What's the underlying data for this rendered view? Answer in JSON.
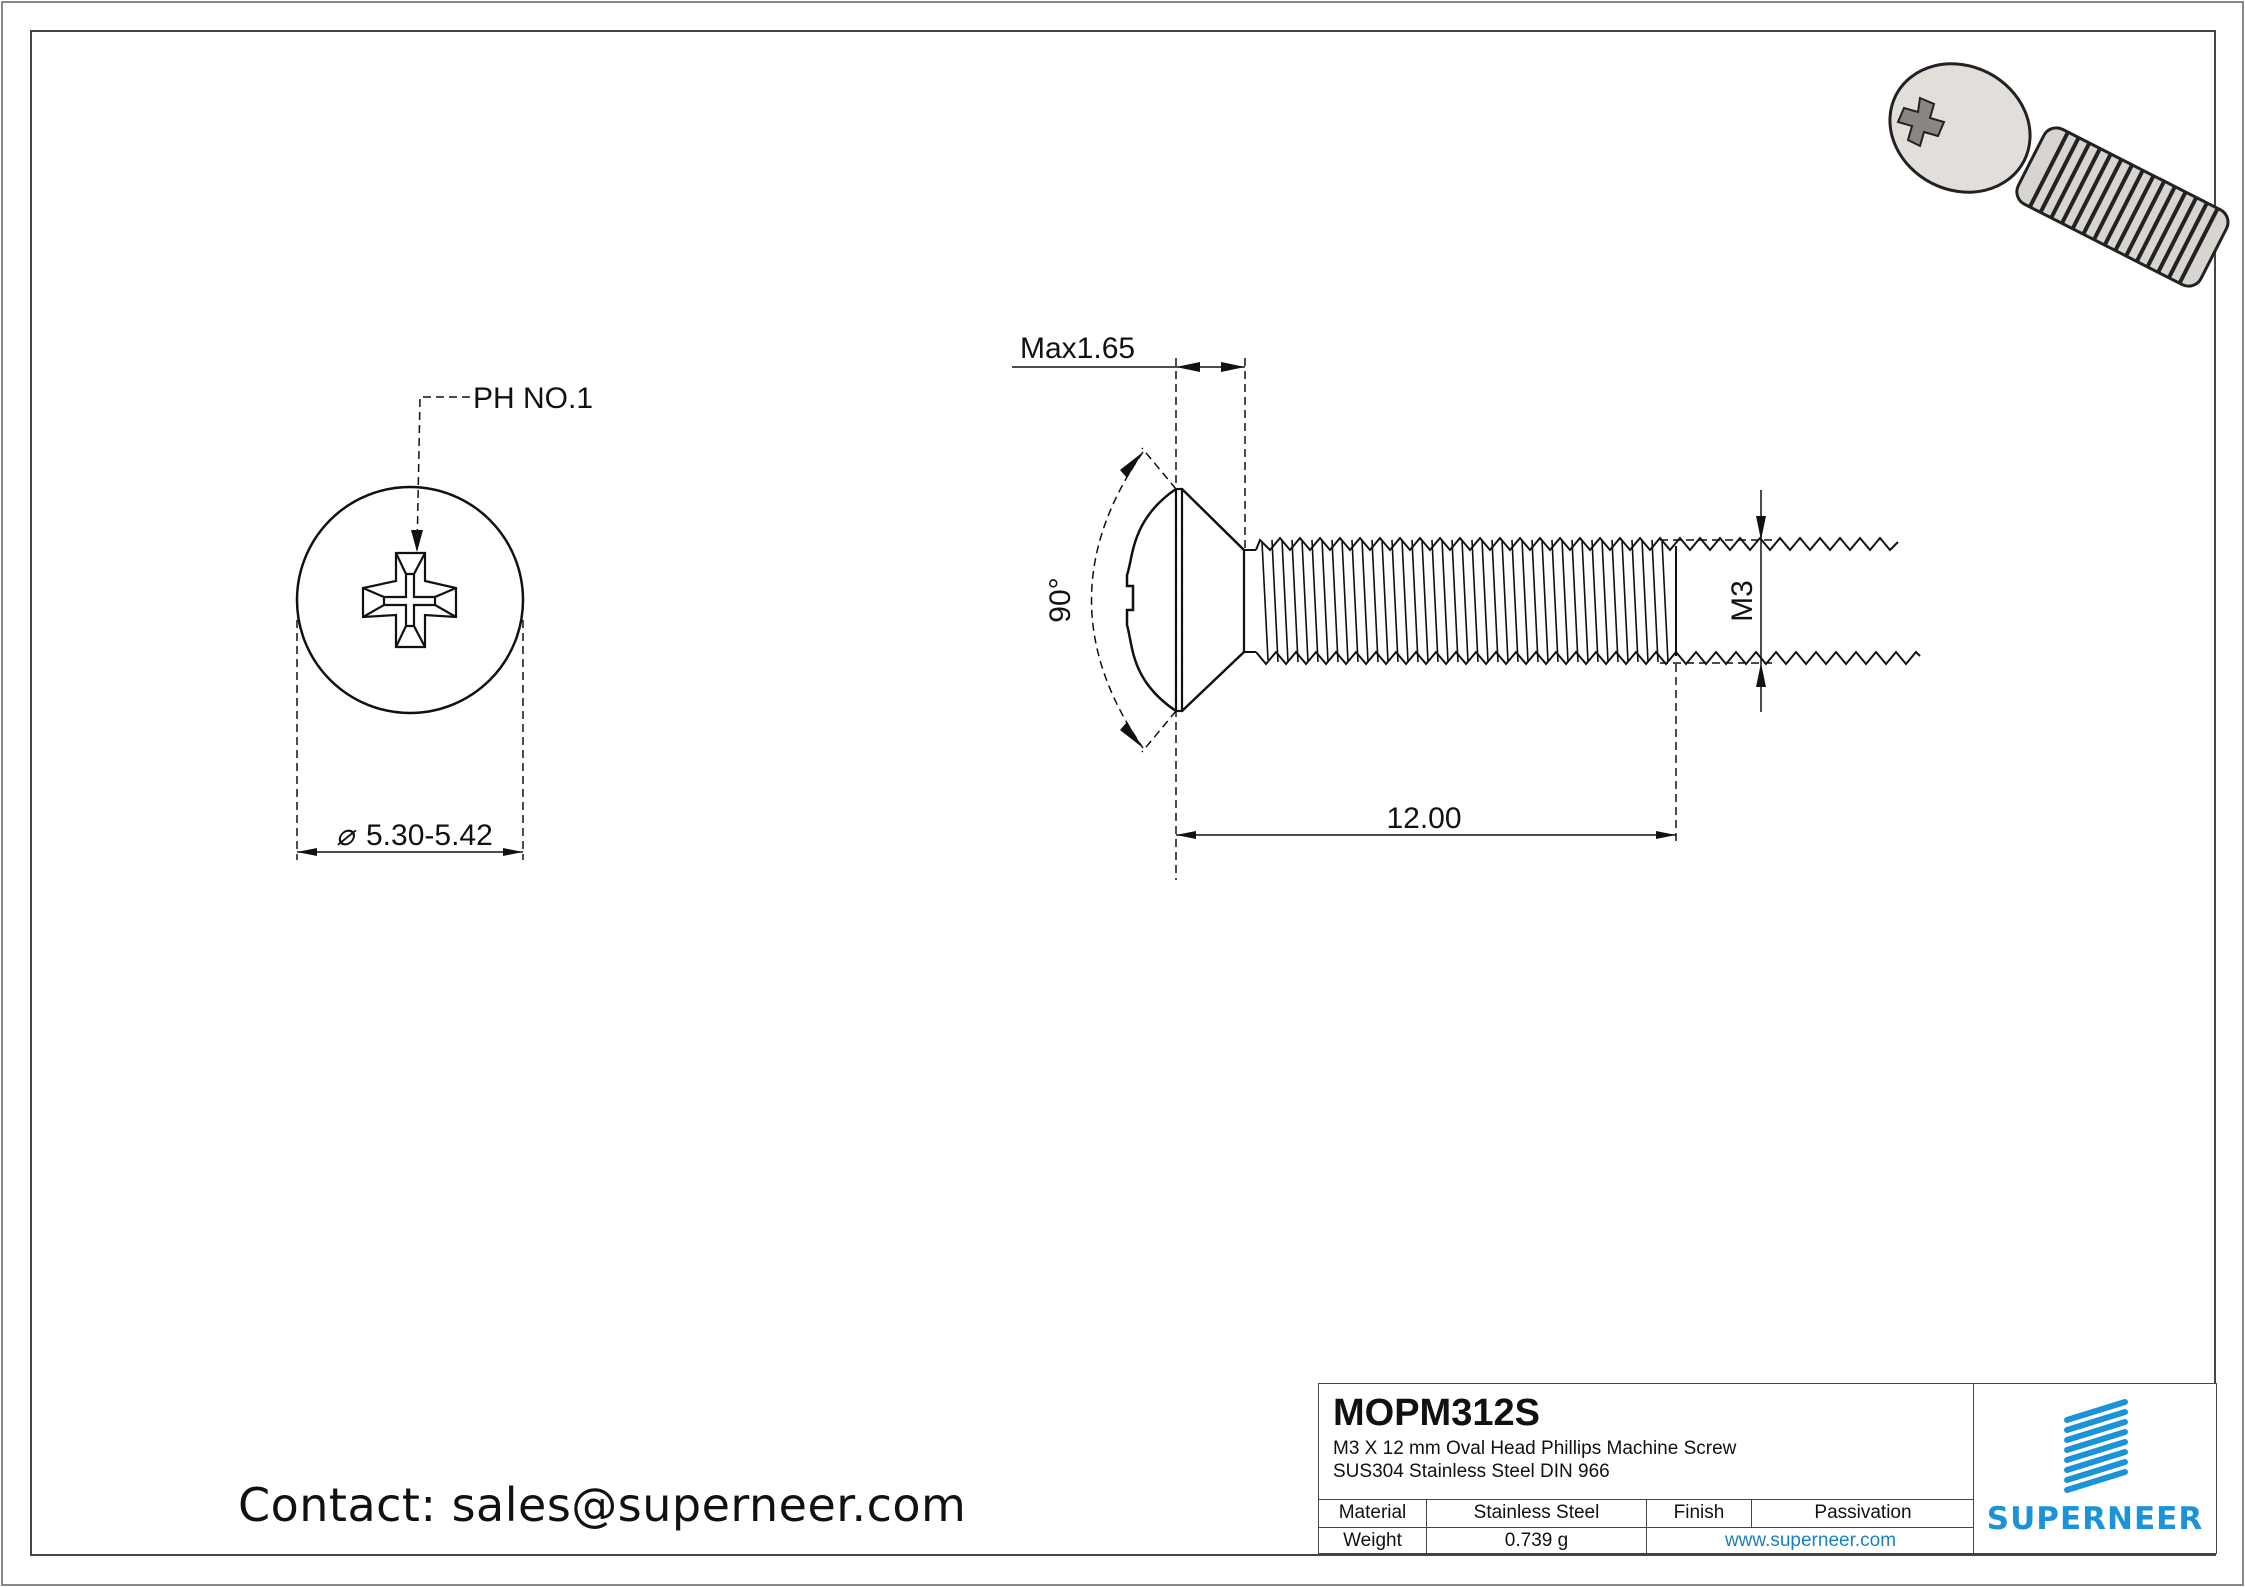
{
  "drawing": {
    "top_view": {
      "drive_callout": "PH NO.1",
      "diameter_symbol": "⌀",
      "diameter_dim": "5.30-5.42"
    },
    "side_view": {
      "head_height_dim": "Max1.65",
      "head_angle_dim": "90°",
      "thread_dim": "M3",
      "length_dim": "12.00"
    },
    "iso_view": {
      "description": "3D isometric render of oval head phillips screw"
    }
  },
  "contact": "Contact: sales@superneer.com",
  "title_block": {
    "part_number": "MOPM312S",
    "description_line1": "M3 X 12 mm  Oval Head Phillips Machine Screw",
    "description_line2": "SUS304 Stainless Steel DIN 966",
    "rows": [
      {
        "label1": "Material",
        "value1": "Stainless Steel",
        "label2": "Finish",
        "value2": "Passivation"
      },
      {
        "label1": "Weight",
        "value1": "0.739 g",
        "link": "www.superneer.com"
      }
    ],
    "brand": "SUPERNEER",
    "colors": {
      "brand": "#1b93d6",
      "link": "#1a7fc4",
      "line": "#111111"
    }
  }
}
